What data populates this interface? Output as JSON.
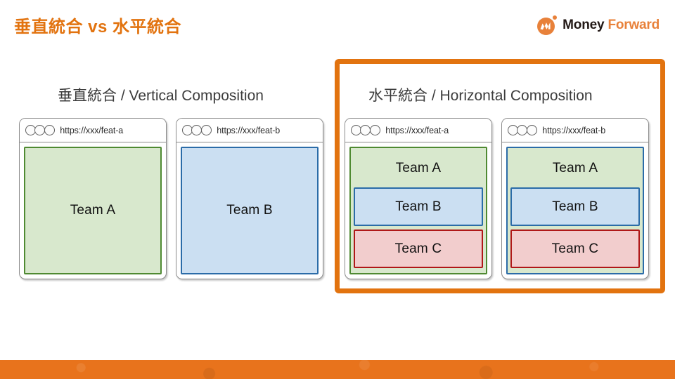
{
  "slide": {
    "title": "垂直統合 vs 水平統合",
    "title_color": "#e2730f",
    "accent_color": "#e2730f",
    "bottom_bar_color": "#e8731c"
  },
  "logo": {
    "mark": "money-forward-logo-mark",
    "word_primary": "Money",
    "word_secondary": "Forward",
    "primary_color": "#231916",
    "secondary_color": "#e8813a"
  },
  "sections": [
    {
      "id": "vertical",
      "heading": "垂直統合 / Vertical Composition",
      "highlighted": false
    },
    {
      "id": "horizontal",
      "heading": "水平統合 / Horizontal Composition",
      "highlighted": true
    }
  ],
  "windows": [
    {
      "id": "vertical-feat-a",
      "url": "https://xxx/feat-a",
      "dots": [
        "window-dot",
        "window-dot",
        "window-dot"
      ],
      "panel": {
        "label": "Team A",
        "fill": "#d8e8cd",
        "border": "#4f8a32"
      }
    },
    {
      "id": "vertical-feat-b",
      "url": "https://xxx/feat-b",
      "dots": [
        "window-dot",
        "window-dot",
        "window-dot"
      ],
      "panel": {
        "label": "Team B",
        "fill": "#cbdff2",
        "border": "#2b6ca8"
      }
    },
    {
      "id": "horizontal-feat-a",
      "url": "https://xxx/feat-a",
      "dots": [
        "window-dot",
        "window-dot",
        "window-dot"
      ],
      "panel": {
        "label": "Team A",
        "fill": "#d8e8cd",
        "border": "#4f8a32"
      },
      "children": [
        {
          "label": "Team B",
          "fill": "#cbdff2",
          "border": "#2b6ca8"
        },
        {
          "label": "Team C",
          "fill": "#f2cdcd",
          "border": "#b01818"
        }
      ]
    },
    {
      "id": "horizontal-feat-b",
      "url": "https://xxx/feat-b",
      "dots": [
        "window-dot",
        "window-dot",
        "window-dot"
      ],
      "panel": {
        "label": "Team A",
        "fill": "#d8e8cd",
        "border": "#2b6ca8"
      },
      "children": [
        {
          "label": "Team B",
          "fill": "#cbdff2",
          "border": "#2b6ca8"
        },
        {
          "label": "Team C",
          "fill": "#f2cdcd",
          "border": "#b01818"
        }
      ]
    }
  ]
}
